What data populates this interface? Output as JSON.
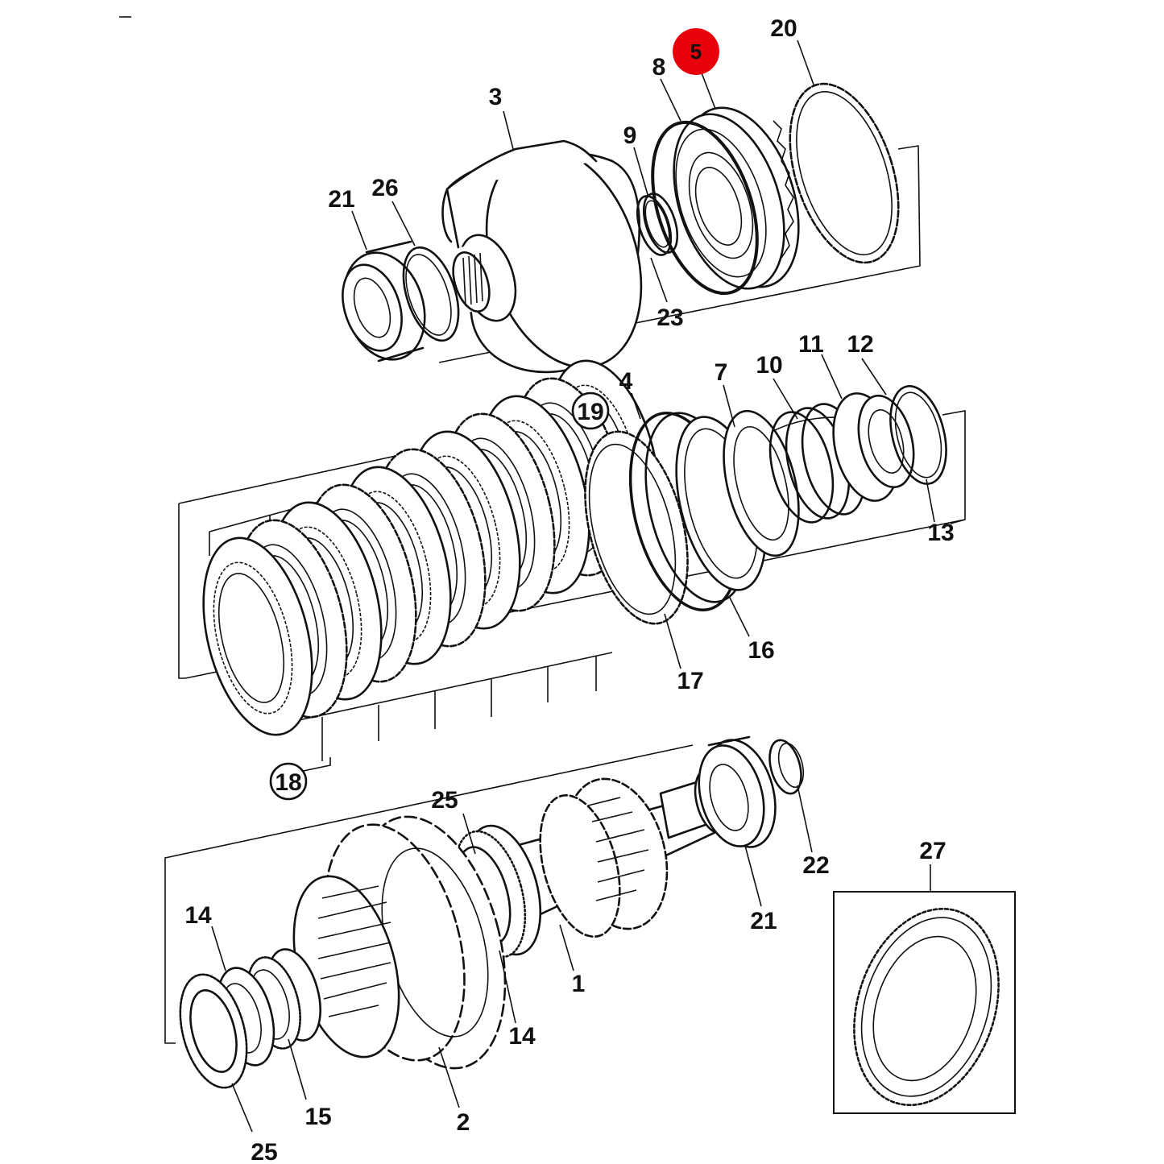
{
  "labels": {
    "l3": "3",
    "l5": "5",
    "l8": "8",
    "l9": "9",
    "l20": "20",
    "l21a": "21",
    "l26": "26",
    "l23": "23",
    "l4": "4",
    "l7": "7",
    "l10": "10",
    "l11": "11",
    "l12": "12",
    "l13": "13",
    "l16": "16",
    "l17": "17",
    "l18": "18",
    "l19": "19",
    "l25a": "25",
    "l14a": "14",
    "l14b": "14",
    "l1": "1",
    "l21b": "21",
    "l22": "22",
    "l15": "15",
    "l25b": "25",
    "l2": "2",
    "l27": "27"
  },
  "colors": {
    "highlight": "#e8000b",
    "line": "#111111",
    "background": "#ffffff"
  }
}
